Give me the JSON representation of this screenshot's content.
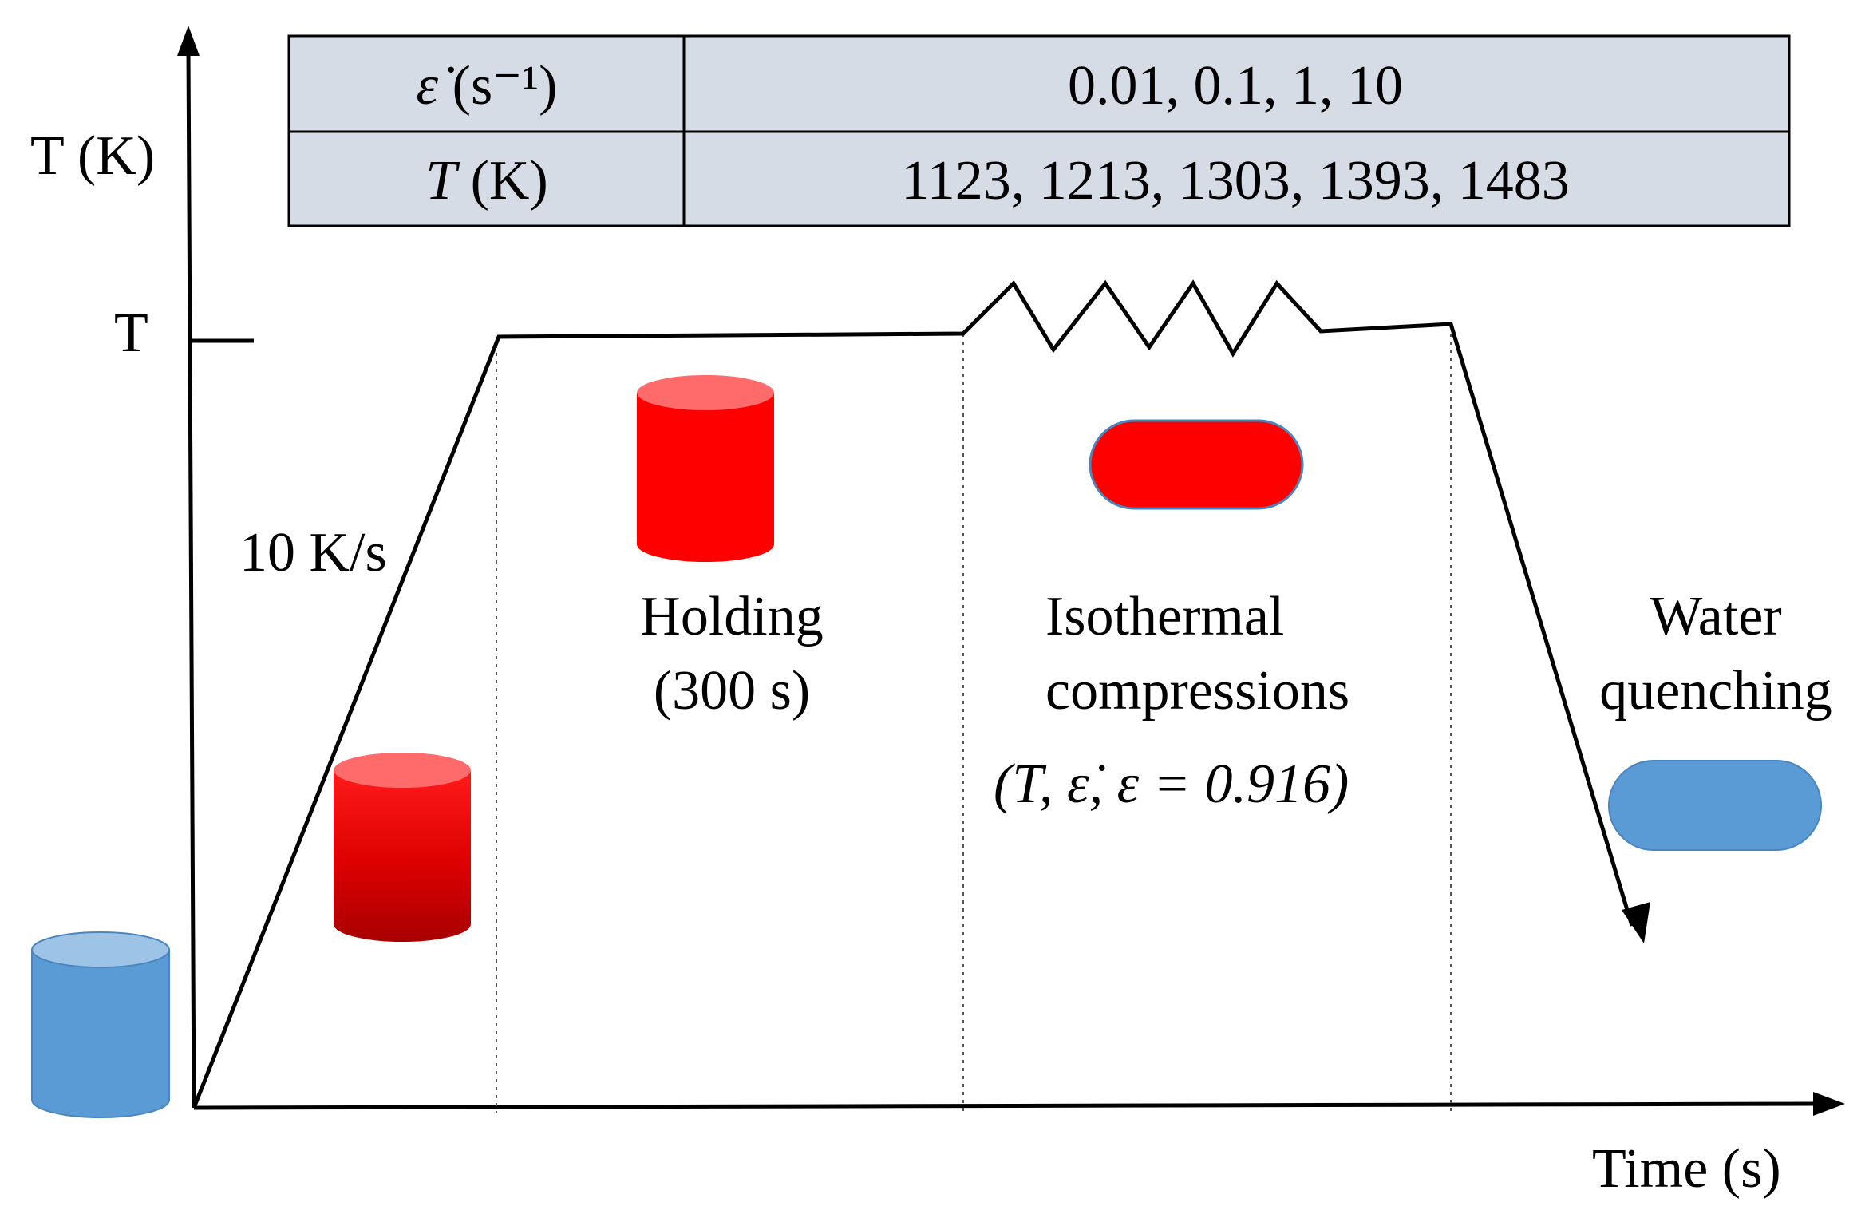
{
  "params_table": {
    "rows": [
      {
        "param_symbol": "ε̇",
        "param_unit": " (s⁻¹)",
        "values": "0.01, 0.1, 1, 10"
      },
      {
        "param_symbol": "T",
        "param_unit": " (K)",
        "values": "1123, 1213, 1303, 1393, 1483"
      }
    ],
    "fill_color": "#d6dce5"
  },
  "axes": {
    "y_label": "T (K)",
    "y_tick": "T",
    "x_label": "Time (s)"
  },
  "stages": {
    "heating_rate": "10 K/s",
    "holding": {
      "line1": "Holding",
      "line2": "(300 s)"
    },
    "compression": {
      "line1": "Isothermal",
      "line2": "compressions",
      "formula": "(T, ε̇, ε = 0.916)"
    },
    "quench": {
      "line1": "Water",
      "line2": "quenching"
    }
  },
  "colors": {
    "cold_sample": "#5b9bd5",
    "hot_sample": "#ff0000",
    "line": "#000000"
  },
  "icons": [
    "cold-cylinder-icon",
    "heated-cylinder-icon",
    "hot-cylinder-icon",
    "compressed-sample-icon",
    "quenched-sample-icon"
  ]
}
